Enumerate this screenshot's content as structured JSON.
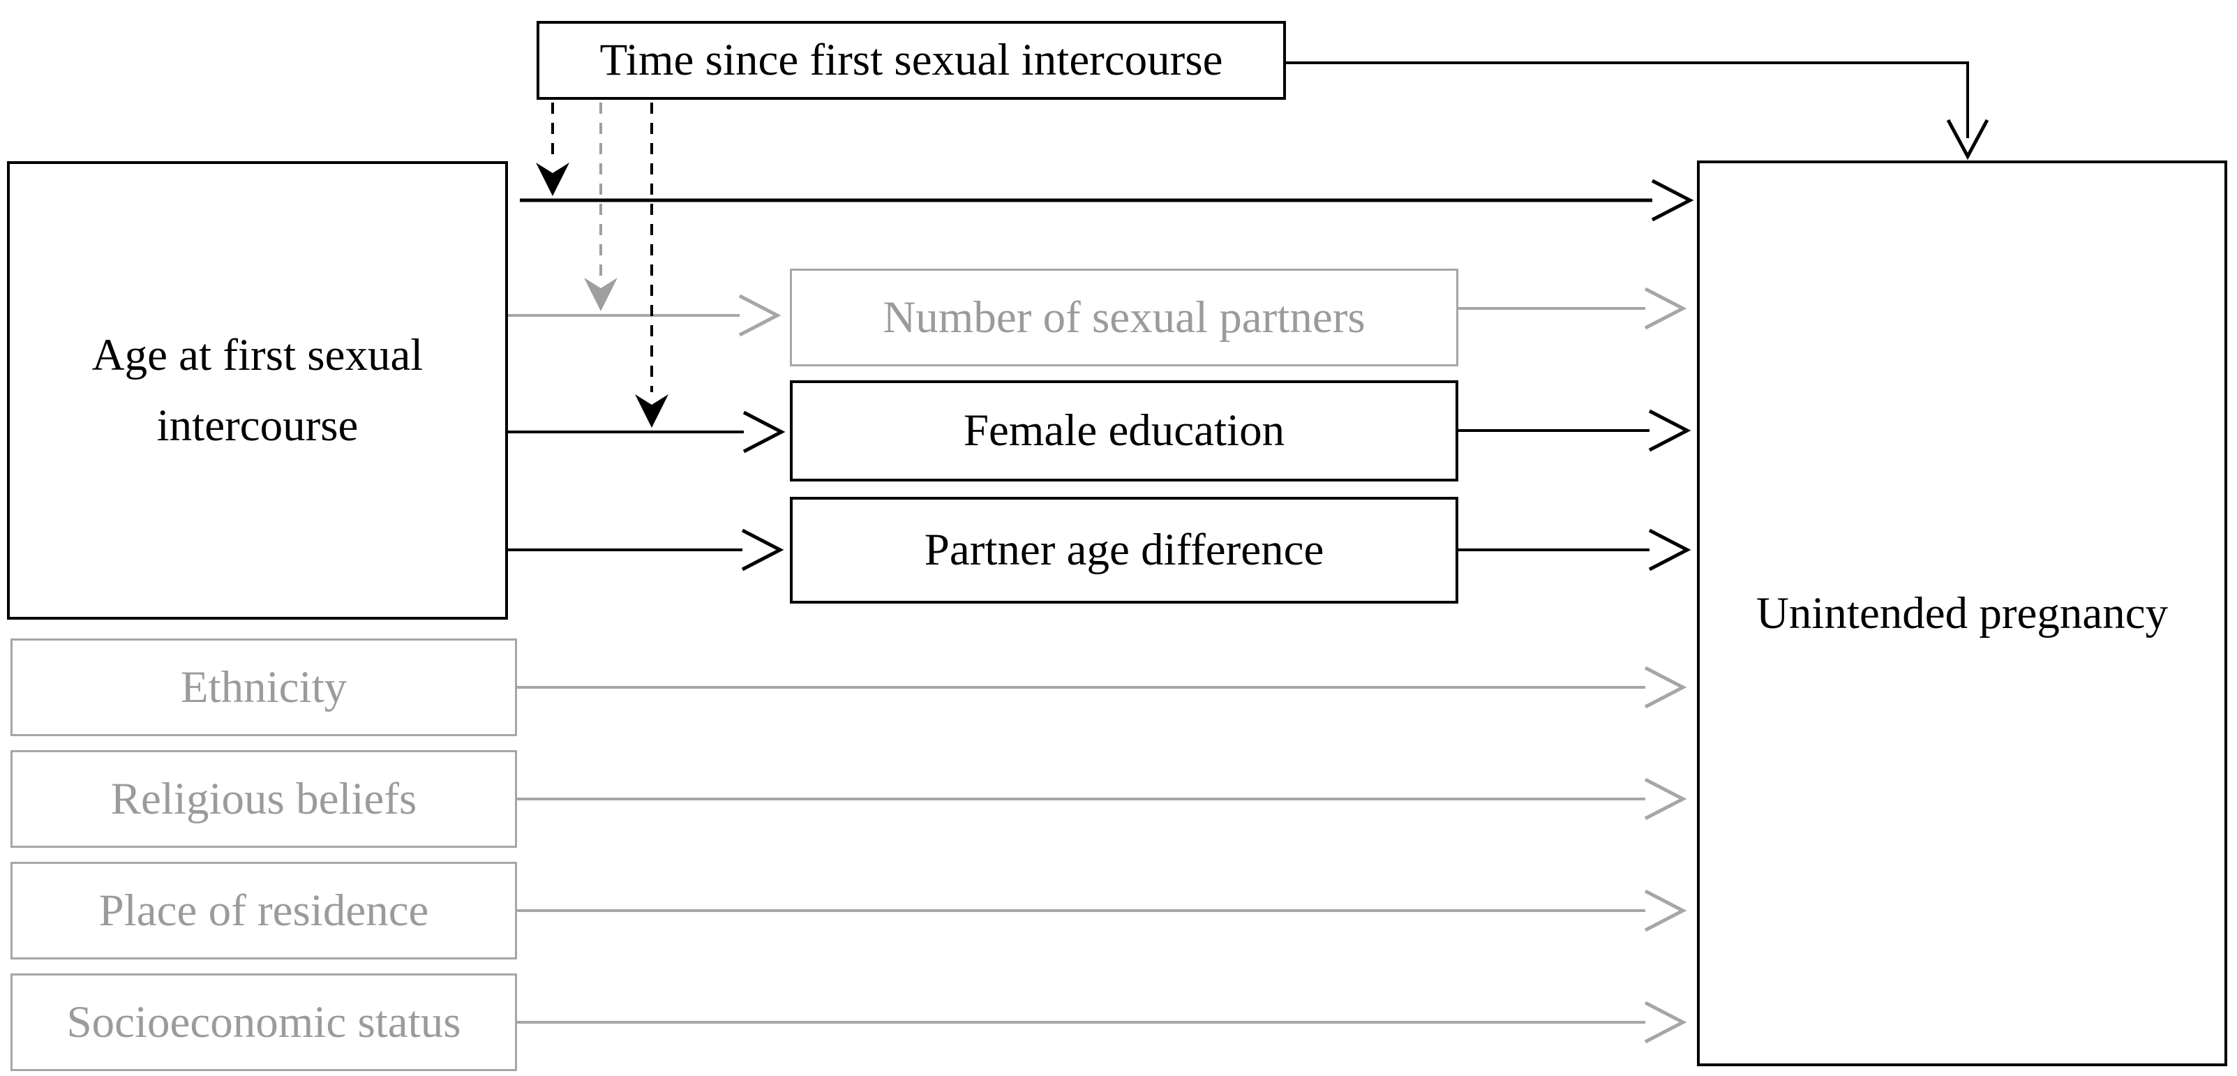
{
  "diagram": {
    "type": "causal-path-diagram",
    "outcome": "Unintended pregnancy",
    "nodes": {
      "time_since_first_sex": {
        "label": "Time since first sexual intercourse",
        "state": "active"
      },
      "age_at_first_sex": {
        "label": "Age at first sexual intercourse",
        "state": "active"
      },
      "number_of_partners": {
        "label": "Number of sexual partners",
        "state": "grayed-out"
      },
      "female_education": {
        "label": "Female education",
        "state": "active"
      },
      "partner_age_difference": {
        "label": "Partner age difference",
        "state": "active"
      },
      "unintended_pregnancy": {
        "label": "Unintended pregnancy",
        "state": "active"
      },
      "ethnicity": {
        "label": "Ethnicity",
        "state": "grayed-out"
      },
      "religious_beliefs": {
        "label": "Religious beliefs",
        "state": "grayed-out"
      },
      "place_of_residence": {
        "label": "Place of residence",
        "state": "grayed-out"
      },
      "socioeconomic_status": {
        "label": "Socioeconomic status",
        "state": "grayed-out"
      }
    },
    "edges": [
      {
        "from": "time_since_first_sex",
        "to": "unintended_pregnancy",
        "style": "solid-elbow",
        "color": "black",
        "arrowhead": "open-chevron"
      },
      {
        "from": "time_since_first_sex",
        "to": "path: age_at_first_sex -> unintended_pregnancy",
        "style": "dashed",
        "color": "black",
        "arrowhead": "filled-stealth"
      },
      {
        "from": "time_since_first_sex",
        "to": "path: age_at_first_sex -> number_of_partners",
        "style": "dashed",
        "color": "gray",
        "arrowhead": "filled-stealth"
      },
      {
        "from": "time_since_first_sex",
        "to": "path: age_at_first_sex -> female_education",
        "style": "dashed",
        "color": "black",
        "arrowhead": "filled-stealth"
      },
      {
        "from": "age_at_first_sex",
        "to": "unintended_pregnancy",
        "style": "solid",
        "color": "black",
        "arrowhead": "open-chevron"
      },
      {
        "from": "age_at_first_sex",
        "to": "number_of_partners",
        "style": "solid",
        "color": "gray",
        "arrowhead": "open-chevron"
      },
      {
        "from": "age_at_first_sex",
        "to": "female_education",
        "style": "solid",
        "color": "black",
        "arrowhead": "open-chevron"
      },
      {
        "from": "age_at_first_sex",
        "to": "partner_age_difference",
        "style": "solid",
        "color": "black",
        "arrowhead": "open-chevron"
      },
      {
        "from": "number_of_partners",
        "to": "unintended_pregnancy",
        "style": "solid",
        "color": "gray",
        "arrowhead": "open-chevron"
      },
      {
        "from": "female_education",
        "to": "unintended_pregnancy",
        "style": "solid",
        "color": "black",
        "arrowhead": "open-chevron"
      },
      {
        "from": "partner_age_difference",
        "to": "unintended_pregnancy",
        "style": "solid",
        "color": "black",
        "arrowhead": "open-chevron"
      },
      {
        "from": "ethnicity",
        "to": "unintended_pregnancy",
        "style": "solid",
        "color": "gray",
        "arrowhead": "open-chevron"
      },
      {
        "from": "religious_beliefs",
        "to": "unintended_pregnancy",
        "style": "solid",
        "color": "gray",
        "arrowhead": "open-chevron"
      },
      {
        "from": "place_of_residence",
        "to": "unintended_pregnancy",
        "style": "solid",
        "color": "gray",
        "arrowhead": "open-chevron"
      },
      {
        "from": "socioeconomic_status",
        "to": "unintended_pregnancy",
        "style": "solid",
        "color": "gray",
        "arrowhead": "open-chevron"
      }
    ],
    "colors": {
      "black": "#000000",
      "gray_border": "#a6a6a6",
      "gray_text": "#9b9b9b",
      "background": "#ffffff"
    }
  }
}
